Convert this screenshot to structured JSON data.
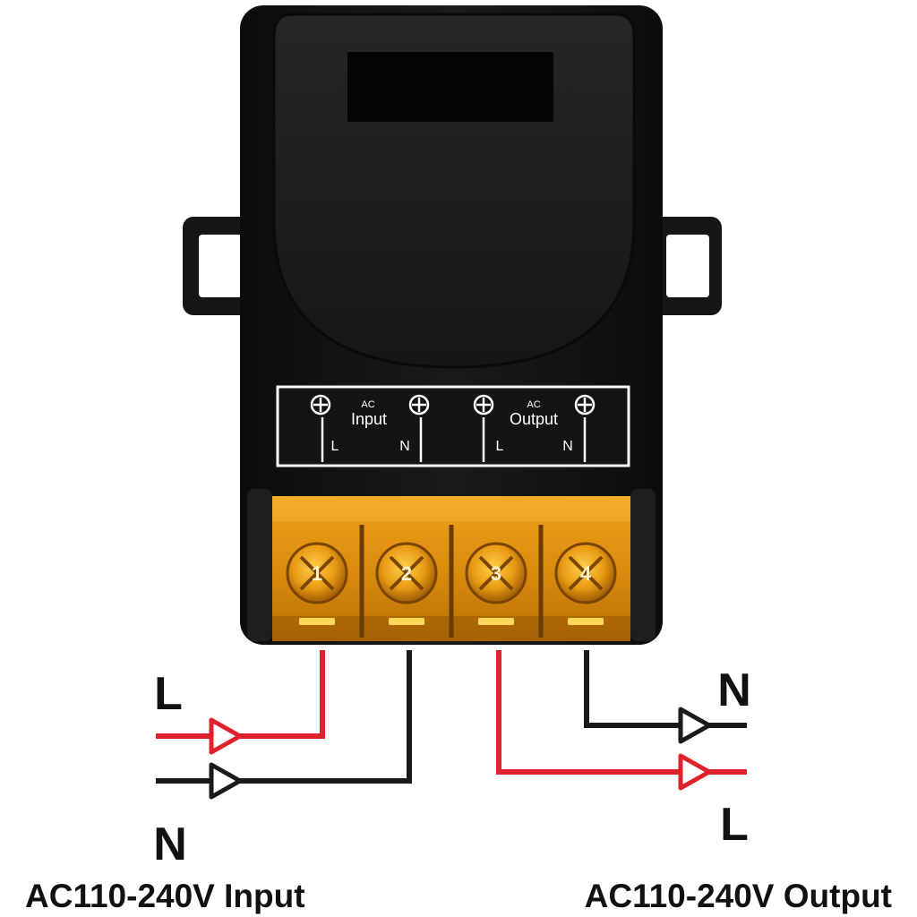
{
  "panel": {
    "input_ac": "AC",
    "input_label": "Input",
    "input_l": "L",
    "input_n": "N",
    "output_ac": "AC",
    "output_label": "Output",
    "output_l": "L",
    "output_n": "N"
  },
  "terminals": [
    "1",
    "2",
    "3",
    "4"
  ],
  "wires": {
    "input_l": "L",
    "input_n": "N",
    "output_n": "N",
    "output_l": "L"
  },
  "captions": {
    "input": "AC110-240V Input",
    "output": "AC110-240V Output"
  },
  "colors": {
    "body": "#141414",
    "cover": "#1c1c1c",
    "terminal_block": "#e39a12",
    "live_wire": "#e0202a",
    "neutral_wire": "#1a1a1a"
  }
}
